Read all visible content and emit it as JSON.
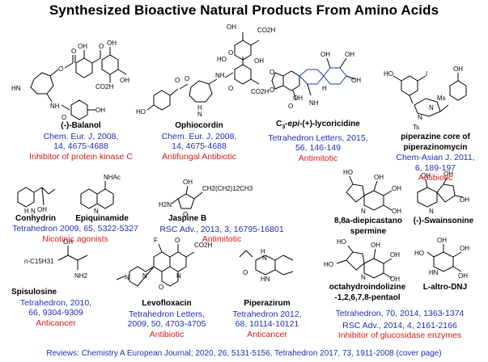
{
  "title": "Synthesized Bioactive Natural Products From Amino Acids",
  "compounds": [
    {
      "name": "(-)-Balanol",
      "ref": [
        "Chem. Eur. J, 2008,",
        "14, 4675-4688"
      ],
      "activity": "Inhibitor of protein kinase C"
    },
    {
      "name": "Ophiocordin",
      "ref": [
        "Chem. Eur. J, 2008,",
        "14, 4675-4688"
      ],
      "activity": "Antifungal Antibiotic"
    },
    {
      "name": "C3-epi-(+)-lycoricidine",
      "name_parts": [
        "C",
        "3",
        "-",
        "epi",
        "-(+)-lycoricidine"
      ],
      "ref": [
        "Tetrahedron Letters, 2015,",
        "56, 146-149"
      ],
      "activity": "Antimitotic"
    },
    {
      "name": [
        "piperazine core of",
        "piperazinomycin"
      ],
      "ref": [
        "Chem-Asian J. 2011,",
        "6, 189-197"
      ],
      "activity": "Antibiotic"
    },
    {
      "name": "Conhydrin",
      "name2": "Epiquinamide",
      "ref": [
        "Tetrahedron 2009, 65, 5322-5327"
      ],
      "activity": "Nicotinic agonists"
    },
    {
      "name": "Jaspine B",
      "ref": [
        "RSC Adv., 2013, 3, 16795-16801"
      ],
      "activity": "Antimitotic"
    },
    {
      "name": [
        "8,8a-diepicastano",
        "spermine"
      ]
    },
    {
      "name": "(-)-Swainsonine"
    },
    {
      "name": [
        "octahydroindolizine",
        "-1,2,6,7,8-pentaol"
      ]
    },
    {
      "name": "L-altro-DNJ"
    },
    {
      "name": "Spisulosine",
      "ref": [
        "Tetrahedron, 2010,",
        "66, 9304-9309"
      ],
      "activity": "Anticancer"
    },
    {
      "name": "Levofloxacin",
      "ref": [
        "Tetrahedron Letters,",
        "2009, 50, 4703-4705"
      ],
      "activity": "Antibiotic"
    },
    {
      "name": "Piperazirum",
      "ref": [
        "Tetrahedron 2012,",
        "68, 10114-10121"
      ],
      "activity": "Anticancer"
    },
    {
      "ref": [
        "Tetrahedron, 70, 2014, 1363-1374",
        "RSC Adv., 2014, 4, 2161-2166"
      ],
      "activity": "Inhibitor of glucosidase enzymes"
    }
  ],
  "atoms": {
    "oh": "OH",
    "ho": "HO",
    "nh": "NH",
    "n": "N",
    "hn": "HN",
    "h": "H",
    "o": "O",
    "co2h": "CO2H",
    "f": "F",
    "i": "I",
    "ms": "Ms",
    "ts": "Ts",
    "nhac": "NHAc",
    "h2n": "H2N",
    "nh2": "NH2",
    "chain_jaspine": "CH2(CH2)12CH3",
    "chain_spis": "n-C15H31"
  },
  "footer": "Reviews: Chemistry A European Journal; 2020, 26, 5131-5156, Tetrahedron 2017, 73, 1911-2008 (cover page)"
}
